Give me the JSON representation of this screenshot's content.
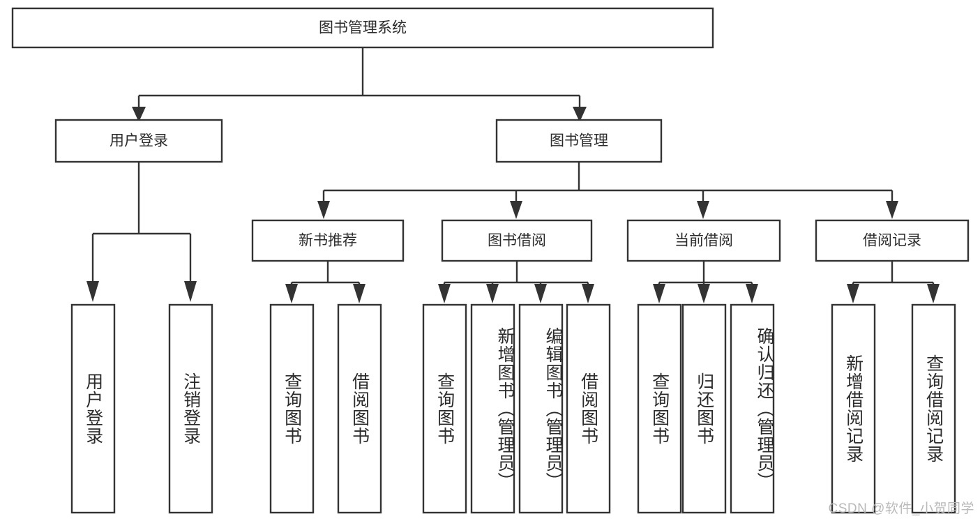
{
  "diagram": {
    "title": "图书管理系统",
    "type": "tree-hierarchy-diagram",
    "watermark": "CSDN @软件_小贺同学",
    "colors": {
      "stroke": "#333333",
      "box_fill": "#ffffff",
      "text": "#2b2b2b",
      "background": "#ffffff",
      "watermark": "#b9b9b9"
    },
    "root": {
      "label": "图书管理系统"
    },
    "level2": [
      {
        "label": "用户登录"
      },
      {
        "label": "图书管理"
      }
    ],
    "level3": [
      {
        "label": "新书推荐"
      },
      {
        "label": "图书借阅"
      },
      {
        "label": "当前借阅"
      },
      {
        "label": "借阅记录"
      }
    ],
    "leaves": {
      "user_login": [
        {
          "label": "用户登录"
        },
        {
          "label": "注销登录"
        }
      ],
      "new_book_recommend": [
        {
          "label": "查询图书"
        },
        {
          "label": "借阅图书"
        }
      ],
      "book_borrow": [
        {
          "label": "查询图书"
        },
        {
          "label": "新增图书（管理员）"
        },
        {
          "label": "编辑图书（管理员）"
        },
        {
          "label": "借阅图书"
        }
      ],
      "current_borrow": [
        {
          "label": "查询图书"
        },
        {
          "label": "归还图书"
        },
        {
          "label": "确认归还（管理员）"
        }
      ],
      "borrow_record": [
        {
          "label": "新增借阅记录"
        },
        {
          "label": "查询借阅记录"
        }
      ]
    }
  }
}
